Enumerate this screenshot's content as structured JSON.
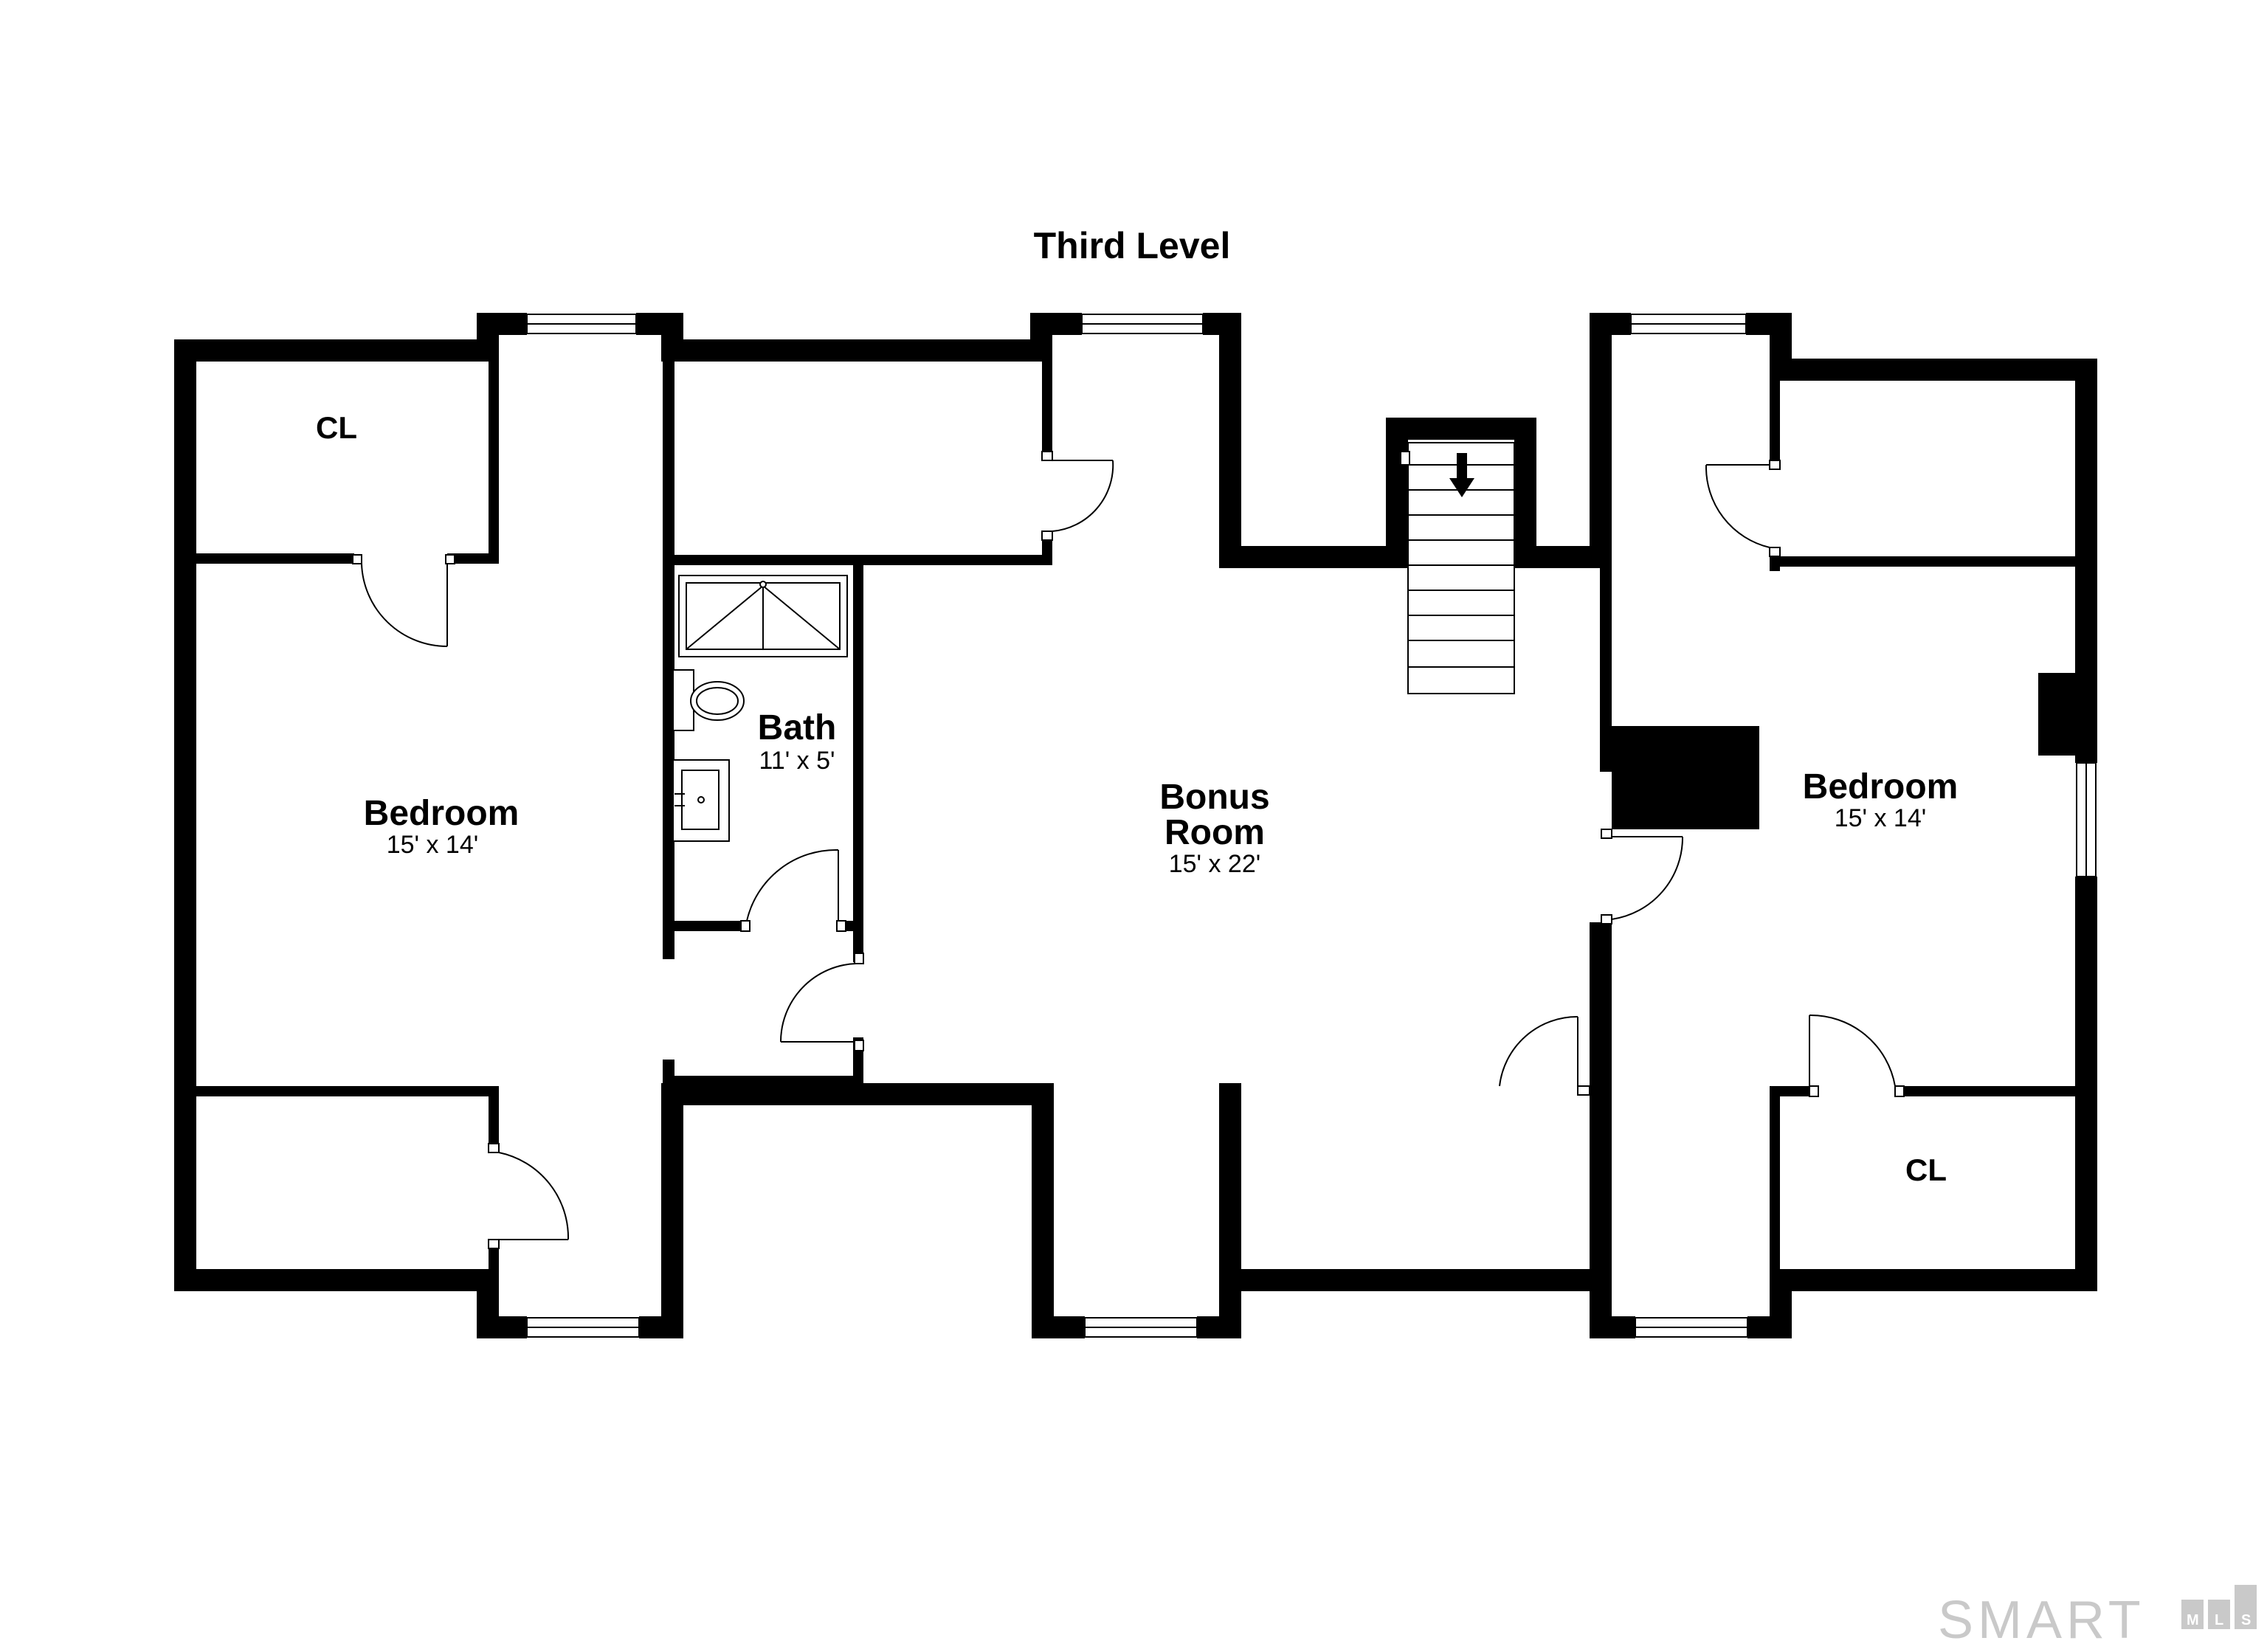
{
  "plan": {
    "title": "Third Level",
    "rooms": [
      {
        "id": "bedroom-left",
        "name": "Bedroom",
        "dims": "15' x 14'"
      },
      {
        "id": "bath",
        "name": "Bath",
        "dims": "11' x 5'"
      },
      {
        "id": "bonus-room",
        "name": "Bonus Room",
        "name_line1": "Bonus",
        "name_line2": "Room",
        "dims": "15' x 22'"
      },
      {
        "id": "bedroom-right",
        "name": "Bedroom",
        "dims": "15' x 14'"
      }
    ],
    "closets": {
      "left": "CL",
      "right": "CL"
    }
  },
  "logo": {
    "main": "SMART",
    "sub": "MLS",
    "sub_m": "M",
    "sub_l": "L",
    "sub_s": "S"
  },
  "icons": [
    "stair-down-arrow-icon",
    "toilet-icon",
    "sink-icon",
    "shower-icon",
    "door-swing-icon",
    "window-icon",
    "chimney-icon"
  ]
}
